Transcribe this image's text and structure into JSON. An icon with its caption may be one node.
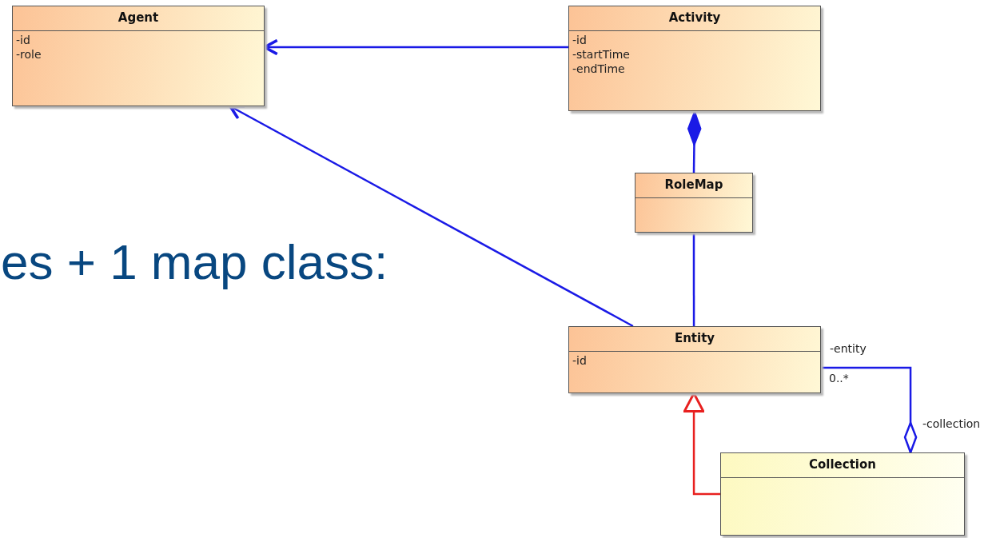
{
  "diagram": {
    "nodes": [
      {
        "text": [
          "Agent",
          "-id",
          "-role"
        ]
      },
      {
        "text": [
          "Activity",
          "-id",
          "-startTime",
          "-endTime"
        ]
      },
      {
        "text": [
          "RoleMap"
        ]
      },
      {
        "text": [
          "Entity",
          "-id"
        ]
      },
      {
        "text": [
          "Collection"
        ]
      }
    ],
    "edges": [
      {
        "from": 1,
        "to": 0,
        "arrow": "to"
      },
      {
        "from": 3,
        "to": 0,
        "arrow": "to"
      },
      {
        "from": 2,
        "to": 1,
        "arrow": "other"
      },
      {
        "from": 2,
        "to": 3,
        "arrow": "none"
      },
      {
        "from": 4,
        "to": 3,
        "arrow": "to",
        "color": "#e8201f"
      },
      {
        "from": 3,
        "to": 4,
        "arrow": "other"
      }
    ],
    "labels": [
      "es + 1 map class:",
      "-entity",
      "0..*",
      "-collection"
    ]
  }
}
